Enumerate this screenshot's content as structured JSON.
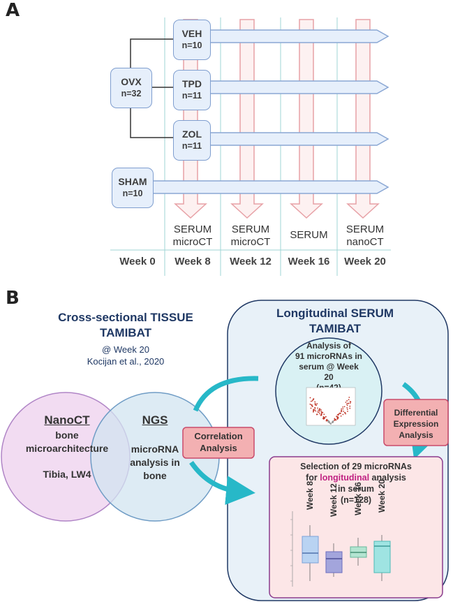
{
  "panelA": {
    "letter": "A",
    "groups": {
      "veh": {
        "label": "VEH",
        "n": "n=10"
      },
      "tpd": {
        "label": "TPD",
        "n": "n=11"
      },
      "zol": {
        "label": "ZOL",
        "n": "n=11"
      },
      "ovx": {
        "label": "OVX",
        "n": "n=32"
      },
      "sham": {
        "label": "SHAM",
        "n": "n=10"
      }
    },
    "timepoints": [
      {
        "line1": "SERUM",
        "line2": "microCT",
        "week": "Week 8"
      },
      {
        "line1": "SERUM",
        "line2": "microCT",
        "week": "Week 12"
      },
      {
        "line1": "SERUM",
        "line2": "",
        "week": "Week 16"
      },
      {
        "line1": "SERUM",
        "line2": "nanoCT",
        "week": "Week 20"
      }
    ],
    "week0": "Week 0"
  },
  "panelB": {
    "letter": "B",
    "cross": {
      "title1": "Cross-sectional TISSUE",
      "title2": "TAMIBAT",
      "sub1": "@ Week 20",
      "sub2": "Kocijan et al., 2020"
    },
    "nanoct": {
      "title": "NanoCT",
      "l1": "bone",
      "l2": "microarchitecture",
      "l3": "Tibia, LW4"
    },
    "ngs": {
      "title": "NGS",
      "l1": "microRNA",
      "l2": "analysis in",
      "l3": "bone"
    },
    "correlation": {
      "l1": "Correlation",
      "l2": "Analysis"
    },
    "longitudinal": {
      "title1": "Longitudinal SERUM",
      "title2": "TAMIBAT"
    },
    "analysis": {
      "l1": "Analysis of",
      "l2": "91 microRNAs in",
      "l3": "serum @ Week 20",
      "l4": "(n=42)"
    },
    "differential": {
      "l1": "Differential",
      "l2": "Expression",
      "l3": "Analysis"
    },
    "selection": {
      "l1": "Selection of 29 microRNAs",
      "l2a": "for ",
      "l2b": "longitudinal",
      "l2c": " analysis",
      "l3": "in serum",
      "l4": "(n=128)"
    },
    "boxplot_weeks": [
      "Week 8",
      "Week 12",
      "Week 16",
      "Week 20"
    ],
    "colors": {
      "navy": "#1f3864",
      "teal": "#27b8c8",
      "pink": "#c02383",
      "purple": "#8a3a8c",
      "red_box": "#f3b0b2"
    }
  }
}
